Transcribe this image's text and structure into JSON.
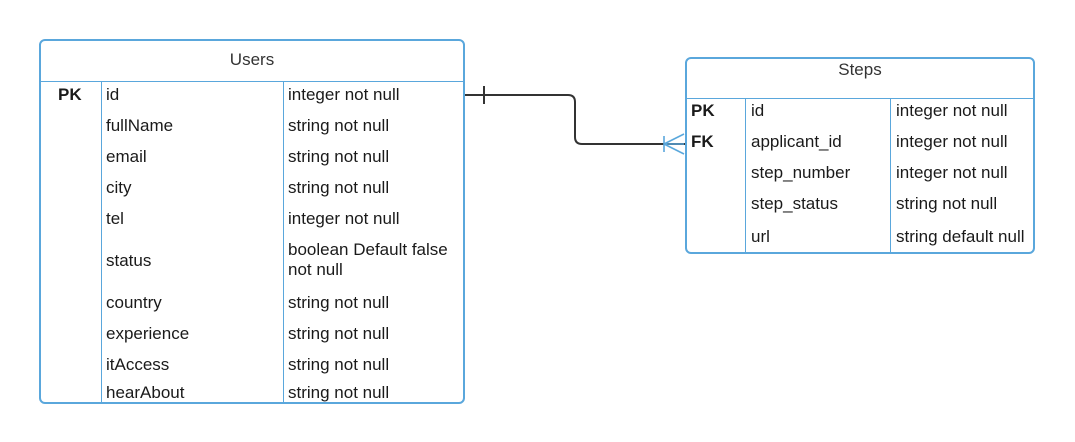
{
  "users": {
    "title": "Users",
    "rows": [
      {
        "key": "PK",
        "name": "id",
        "type": "integer not null"
      },
      {
        "key": "",
        "name": "fullName",
        "type": "string not null"
      },
      {
        "key": "",
        "name": "email",
        "type": "string not null"
      },
      {
        "key": "",
        "name": "city",
        "type": "string not null"
      },
      {
        "key": "",
        "name": "tel",
        "type": "integer not null"
      },
      {
        "key": "",
        "name": "status",
        "type": "boolean Default false not null"
      },
      {
        "key": "",
        "name": "country",
        "type": "string not null"
      },
      {
        "key": "",
        "name": "experience",
        "type": "string not null"
      },
      {
        "key": "",
        "name": "itAccess",
        "type": "string not null"
      },
      {
        "key": "",
        "name": "hearAbout",
        "type": "string not null"
      }
    ]
  },
  "steps": {
    "title": "Steps",
    "rows": [
      {
        "key": "PK",
        "name": "id",
        "type": "integer not null"
      },
      {
        "key": "FK",
        "name": "applicant_id",
        "type": "integer not null"
      },
      {
        "key": "",
        "name": "step_number",
        "type": "integer not null"
      },
      {
        "key": "",
        "name": "step_status",
        "type": "string not null"
      },
      {
        "key": "",
        "name": "url",
        "type": "string default null"
      }
    ]
  },
  "relationship": {
    "from_end": "one",
    "to_end": "many",
    "line_color": "#333333",
    "many_end_color": "#5aa7dc"
  },
  "colors": {
    "table_border": "#5aa7dc",
    "text": "#1a1a1a"
  }
}
